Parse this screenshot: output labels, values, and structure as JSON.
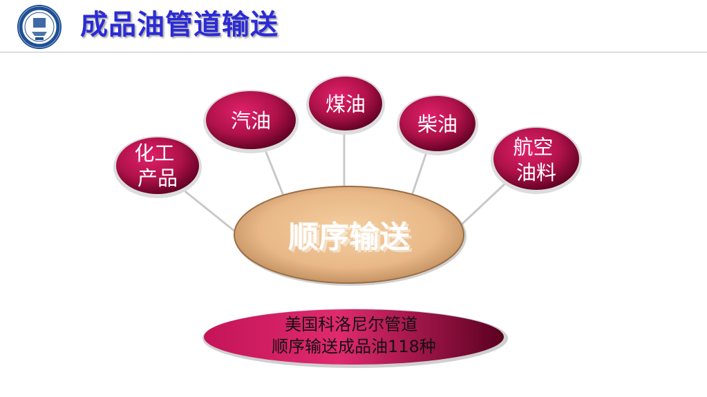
{
  "header": {
    "title": "成品油管道输送",
    "logo_icon": "university-seal-icon"
  },
  "diagram": {
    "center": "顺序输送",
    "products": [
      {
        "lines": [
          "化工",
          "产品"
        ]
      },
      {
        "lines": [
          "汽油"
        ]
      },
      {
        "lines": [
          "煤油"
        ]
      },
      {
        "lines": [
          "柴油"
        ]
      },
      {
        "lines": [
          "航空",
          "油料"
        ]
      }
    ],
    "note": {
      "lines": [
        "美国科洛尼尔管道",
        "顺序输送成品油118种"
      ]
    }
  },
  "colors": {
    "title": "#2b2bd6",
    "node_fill": "#b0124a",
    "node_dark": "#5a0020",
    "center_fill": "#eec093",
    "connector": "#c8c8c8"
  }
}
